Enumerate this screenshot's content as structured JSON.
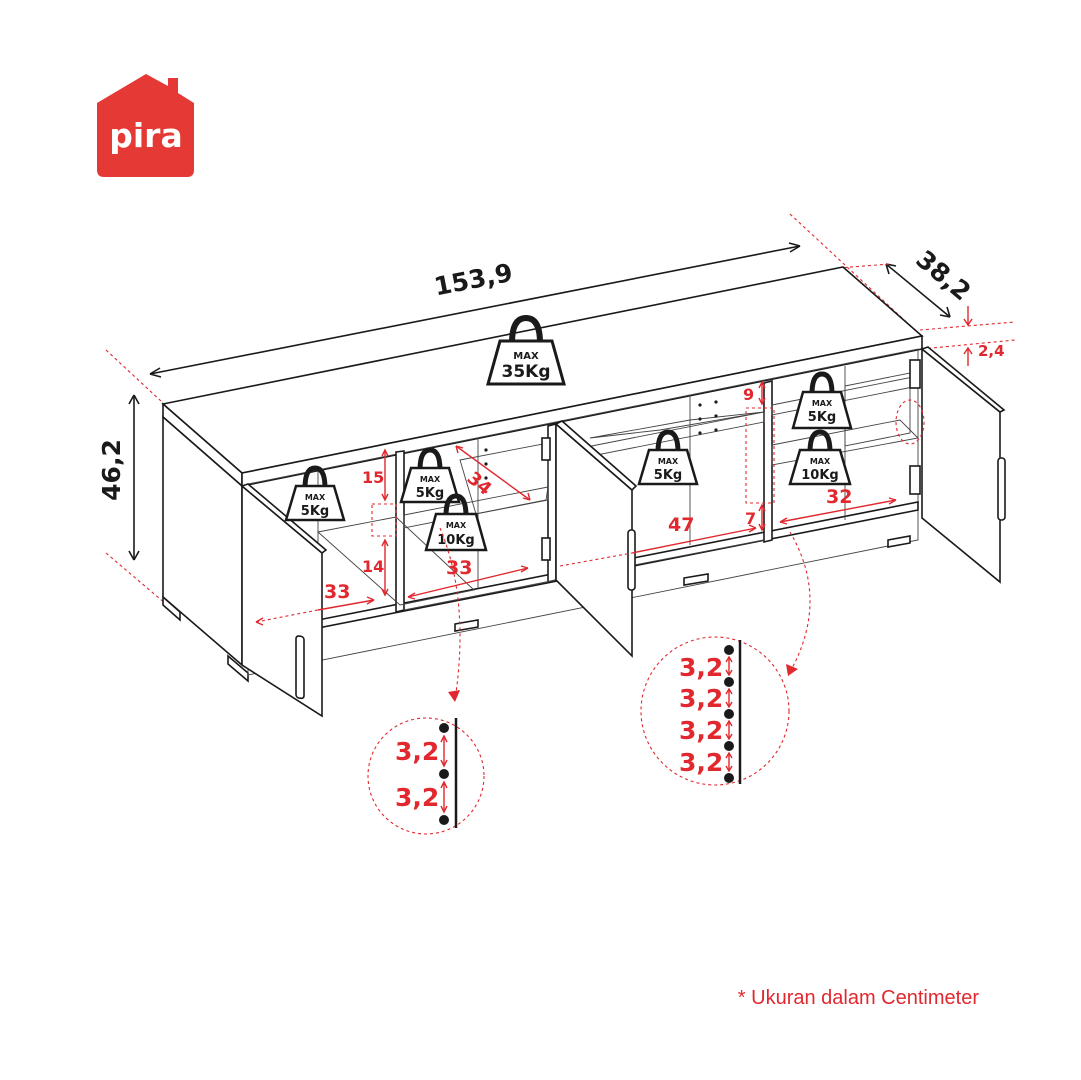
{
  "brand": {
    "logo_text": "pira",
    "logo_color": "#e53935"
  },
  "colors": {
    "accent_red": "#e0282e",
    "outline": "#1a1a1a"
  },
  "dimensions": {
    "width": "153,9",
    "depth": "38,2",
    "height": "46,2",
    "top_thickness": "2,4",
    "left_upper_gap": "15",
    "left_lower_gap": "14",
    "left_inner_depth": "34",
    "left_width_a": "33",
    "left_width_b": "33",
    "center_upper_gap": "9",
    "center_lower_gap": "7",
    "center_width": "47",
    "right_width": "32"
  },
  "weights": {
    "max_label": "MAX",
    "top": "35Kg",
    "left_shelf": "5Kg",
    "left_mid_shelf": "5Kg",
    "left_bottom": "10Kg",
    "center_shelf": "5Kg",
    "right_shelf": "5Kg",
    "right_bottom": "10Kg"
  },
  "detail_left": {
    "spacings": [
      "3,2",
      "3,2"
    ]
  },
  "detail_right": {
    "spacings": [
      "3,2",
      "3,2",
      "3,2",
      "3,2"
    ]
  },
  "footnote": "* Ukuran dalam Centimeter"
}
